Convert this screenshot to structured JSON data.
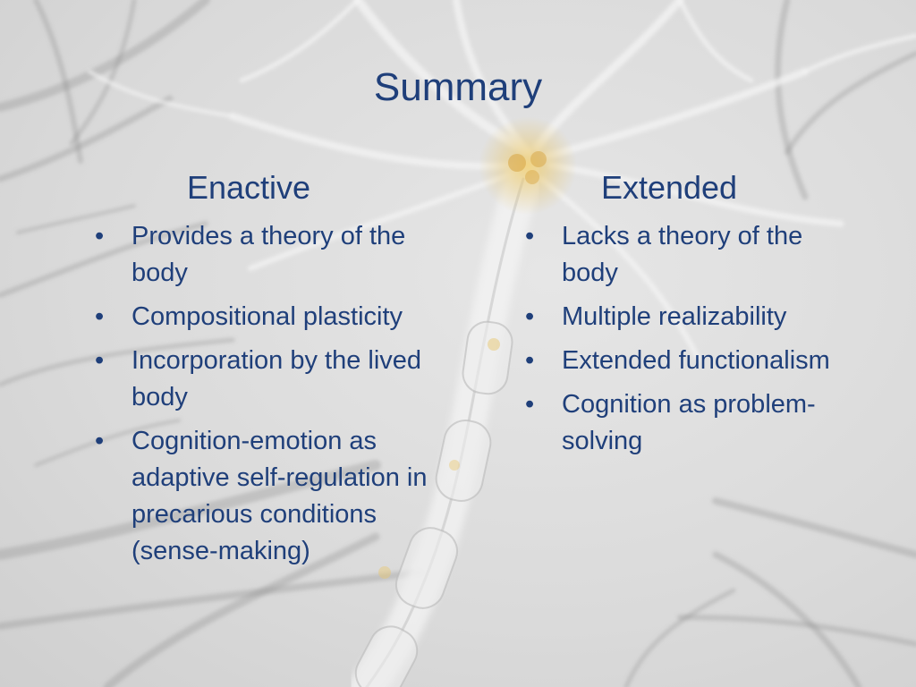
{
  "slide": {
    "title": "Summary",
    "columns": [
      {
        "heading": "Enactive",
        "items": [
          "Provides a theory of the body",
          "Compositional plasticity",
          "Incorporation by the lived body",
          "Cognition-emotion as adaptive self-regulation in precarious conditions (sense-making)"
        ]
      },
      {
        "heading": "Extended",
        "items": [
          "Lacks a theory of the body",
          "Multiple realizability",
          "Extended functionalism",
          "Cognition as problem-solving"
        ]
      }
    ]
  },
  "colors": {
    "text": "#1f3f7a",
    "background": "#dcdcdc",
    "neuron_glow": "#e8c872"
  }
}
